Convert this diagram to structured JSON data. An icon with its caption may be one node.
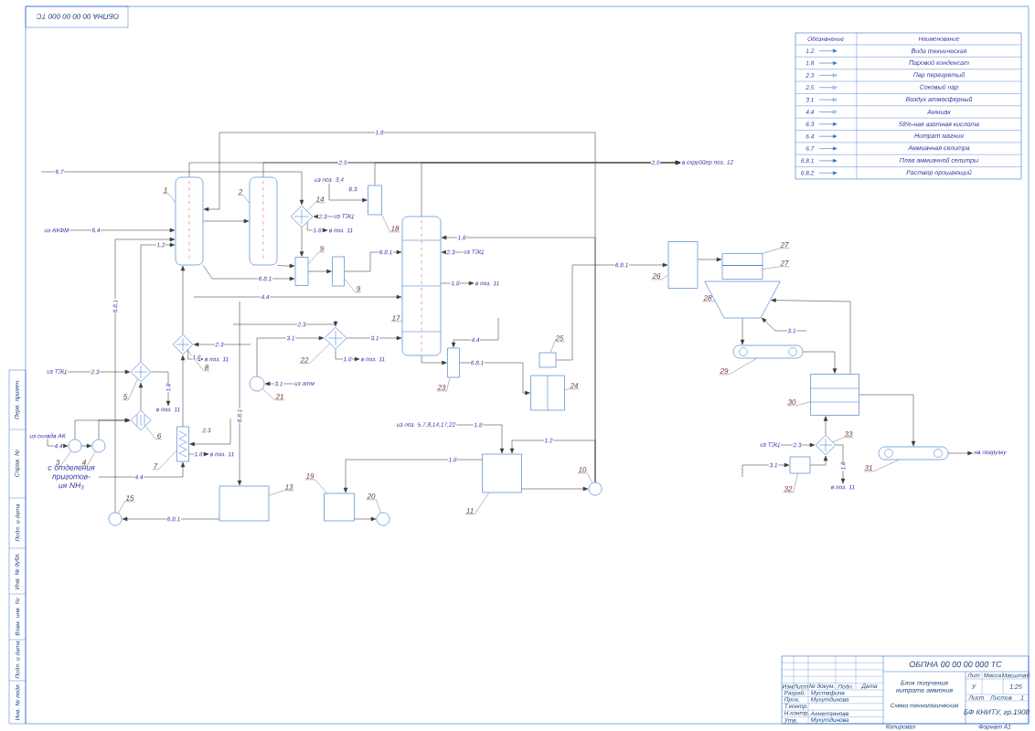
{
  "diagram": {
    "nodes": [
      {
        "text": [],
        "shape": "cylinder"
      },
      {
        "text": [],
        "shape": "cylinder"
      },
      {
        "text": [],
        "shape": "diamond"
      },
      {
        "text": [],
        "shape": "box"
      },
      {
        "text": [],
        "shape": "box"
      },
      {
        "text": [],
        "shape": "box"
      },
      {
        "text": [],
        "shape": "cylinder"
      },
      {
        "text": [],
        "shape": "diamond"
      },
      {
        "text": [],
        "shape": "circle"
      },
      {
        "text": [],
        "shape": "diamond"
      },
      {
        "text": [],
        "shape": "diamond"
      },
      {
        "text": [],
        "shape": "diamond"
      },
      {
        "text": [],
        "shape": "box"
      },
      {
        "text": [],
        "shape": "circle"
      },
      {
        "text": [],
        "shape": "circle"
      },
      {
        "text": [],
        "shape": "circle"
      },
      {
        "text": [],
        "shape": "box"
      },
      {
        "text": [],
        "shape": "box"
      },
      {
        "text": [],
        "shape": "circle"
      },
      {
        "text": [],
        "shape": "box"
      },
      {
        "text": [],
        "shape": "circle"
      },
      {
        "text": [],
        "shape": "box"
      },
      {
        "text": [],
        "shape": "box"
      },
      {
        "text": [],
        "shape": "box"
      },
      {
        "text": [],
        "shape": "box"
      },
      {
        "text": [],
        "shape": "box"
      },
      {
        "text": [],
        "shape": "box"
      },
      {
        "text": [],
        "shape": "funnel"
      },
      {
        "text": [],
        "shape": "conveyor"
      },
      {
        "text": [],
        "shape": "box"
      },
      {
        "text": [],
        "shape": "conveyor"
      },
      {
        "text": [],
        "shape": "box"
      },
      {
        "text": [],
        "shape": "diamond"
      },
      {
        "text": [
          "из АКФМ"
        ]
      },
      {
        "text": [
          "в скруббер поз. 12"
        ]
      },
      {
        "text": [
          "из поз. 3,4"
        ]
      },
      {
        "text": [
          "из ТЭЦ"
        ]
      },
      {
        "text": [
          "в поз. 11"
        ]
      },
      {
        "text": [
          "из ТЭЦ"
        ]
      },
      {
        "text": [
          "в поз. 11"
        ]
      },
      {
        "text": [
          "из ТЭЦ"
        ]
      },
      {
        "text": [
          "в поз. 11"
        ]
      },
      {
        "text": [
          "в поз. 11"
        ]
      },
      {
        "text": [
          "в поз. 11"
        ]
      },
      {
        "text": [
          "из атм"
        ]
      },
      {
        "text": [
          "из склада АК"
        ]
      },
      {
        "text": [
          "в поз. 11"
        ]
      },
      {
        "text": [
          "с отделения приготов-ия NH$_{3}$"
        ]
      },
      {
        "text": [
          "из поз. 5,7,8,14,17,22"
        ]
      },
      {
        "text": [
          "на погрузку"
        ]
      },
      {
        "text": [
          "из ТЭЦ"
        ]
      },
      {
        "text": [
          "в поз. 11"
        ]
      },
      {
        "text": [
          "1"
        ]
      },
      {
        "text": [
          "2"
        ]
      },
      {
        "text": [
          "14"
        ]
      },
      {
        "text": [
          "18"
        ]
      },
      {
        "text": [
          "9"
        ]
      },
      {
        "text": [
          "9"
        ]
      },
      {
        "text": [
          "17"
        ]
      },
      {
        "text": [
          "22"
        ]
      },
      {
        "text": [
          "21"
        ]
      },
      {
        "text": [
          "5"
        ]
      },
      {
        "text": [
          "6"
        ]
      },
      {
        "text": [
          "8"
        ]
      },
      {
        "text": [
          "7"
        ]
      },
      {
        "text": [
          "3"
        ]
      },
      {
        "text": [
          "4"
        ]
      },
      {
        "text": [
          "15"
        ]
      },
      {
        "text": [
          "13"
        ]
      },
      {
        "text": [
          "19"
        ]
      },
      {
        "text": [
          "20"
        ]
      },
      {
        "text": [
          "11"
        ]
      },
      {
        "text": [
          "10"
        ]
      },
      {
        "text": [
          "23"
        ]
      },
      {
        "text": [
          "25"
        ]
      },
      {
        "text": [
          "24"
        ]
      },
      {
        "text": [
          "26"
        ]
      },
      {
        "text": [
          "27"
        ]
      },
      {
        "text": [
          "27"
        ]
      },
      {
        "text": [
          "28"
        ]
      },
      {
        "text": [
          "29"
        ]
      },
      {
        "text": [
          "30"
        ]
      },
      {
        "text": [
          "31"
        ]
      },
      {
        "text": [
          "32"
        ]
      },
      {
        "text": [
          "33"
        ]
      }
    ],
    "edges": [
      {
        "from": null,
        "to": 2,
        "arrow": "to",
        "label": "6.7"
      },
      {
        "from": 2,
        "to": 4,
        "arrow": "to"
      },
      {
        "from": 33,
        "to": 0,
        "arrow": "to",
        "label": "6.4"
      },
      {
        "from": 0,
        "to": 1,
        "arrow": "to"
      },
      {
        "from": 20,
        "to": 0,
        "arrow": "to",
        "label": "1.8"
      },
      {
        "from": 0,
        "to": 34,
        "arrow": "to",
        "label": "2.5"
      },
      {
        "from": 1,
        "to": 34,
        "arrow": "to"
      },
      {
        "from": 3,
        "to": 34,
        "arrow": "to"
      },
      {
        "from": 6,
        "to": 34,
        "arrow": "to",
        "label": "2.5"
      },
      {
        "from": 0,
        "to": 4,
        "arrow": "to",
        "label": "6.8.1"
      },
      {
        "from": 1,
        "to": 4,
        "arrow": "to"
      },
      {
        "from": 4,
        "to": 5,
        "arrow": "to"
      },
      {
        "from": 5,
        "to": 6,
        "arrow": "to",
        "label": "6.8.1"
      },
      {
        "from": 35,
        "to": 3,
        "arrow": "to",
        "label": "6.3"
      },
      {
        "from": 36,
        "to": 2,
        "arrow": "to",
        "label": "2.3"
      },
      {
        "from": 2,
        "to": 37,
        "arrow": "to",
        "label": "1.8"
      },
      {
        "from": 45,
        "to": 13,
        "arrow": "to",
        "label": "4.4"
      },
      {
        "from": 13,
        "to": 14,
        "arrow": "to"
      },
      {
        "from": 13,
        "to": 10,
        "arrow": "to"
      },
      {
        "from": 14,
        "to": 10,
        "arrow": "to"
      },
      {
        "from": 10,
        "to": 9,
        "arrow": "to"
      },
      {
        "from": 9,
        "to": 0,
        "arrow": "to",
        "label": "1.2"
      },
      {
        "from": 40,
        "to": 9,
        "arrow": "to",
        "label": "2.3"
      },
      {
        "from": 9,
        "to": 41,
        "arrow": "to",
        "label": "1.8"
      },
      {
        "from": 11,
        "to": 0,
        "arrow": "to"
      },
      {
        "from": null,
        "to": 11,
        "arrow": "to",
        "label": "2.3"
      },
      {
        "from": 11,
        "to": 42,
        "arrow": "to",
        "label": "1.8"
      },
      {
        "from": 12,
        "to": 11,
        "arrow": "to"
      },
      {
        "from": 47,
        "to": 12,
        "arrow": "to",
        "label": "4.4"
      },
      {
        "from": null,
        "to": 12,
        "arrow": "to",
        "label": "2.3"
      },
      {
        "from": 12,
        "to": 46,
        "arrow": "to",
        "label": "1.8"
      },
      {
        "from": 16,
        "to": 15,
        "arrow": "to",
        "label": "6.8.1"
      },
      {
        "from": 15,
        "to": 0,
        "arrow": "to",
        "label": "6.8.1"
      },
      {
        "from": null,
        "to": 16,
        "arrow": "to",
        "label": "6.8.1"
      },
      {
        "from": null,
        "to": 6,
        "arrow": "to",
        "label": "4.4"
      },
      {
        "from": 44,
        "to": 8,
        "arrow": "to",
        "label": "3.1"
      },
      {
        "from": 8,
        "to": 7,
        "arrow": "to",
        "label": "3.1"
      },
      {
        "from": null,
        "to": 7,
        "arrow": "to",
        "label": "2.3"
      },
      {
        "from": 7,
        "to": 43,
        "arrow": "to",
        "label": "1.8"
      },
      {
        "from": 7,
        "to": 6,
        "arrow": "to",
        "label": "3.1"
      },
      {
        "from": 38,
        "to": 6,
        "arrow": "to",
        "label": "2.3"
      },
      {
        "from": 6,
        "to": 39,
        "arrow": "to",
        "label": "1.8"
      },
      {
        "from": 20,
        "to": 6,
        "arrow": "to",
        "label": "1.8"
      },
      {
        "from": 6,
        "to": 21,
        "arrow": "to"
      },
      {
        "from": null,
        "to": 21,
        "arrow": "to",
        "label": "4.4"
      },
      {
        "from": 21,
        "to": 23,
        "arrow": "to",
        "label": "6.8.1"
      },
      {
        "from": 22,
        "to": 24,
        "arrow": "to",
        "label": "6.8.1"
      },
      {
        "from": 48,
        "to": 19,
        "arrow": "to",
        "label": "1.8"
      },
      {
        "from": 19,
        "to": 17,
        "arrow": "to",
        "label": "1.8"
      },
      {
        "from": 20,
        "to": 19,
        "arrow": "to",
        "label": "1.2"
      },
      {
        "from": 19,
        "to": 20,
        "arrow": "to"
      },
      {
        "from": 17,
        "to": 18,
        "arrow": "to"
      },
      {
        "from": 24,
        "to": 25,
        "arrow": "to"
      },
      {
        "from": 27,
        "to": 28,
        "arrow": "to"
      },
      {
        "from": null,
        "to": 27,
        "arrow": "to",
        "label": "3.1"
      },
      {
        "from": 28,
        "to": 29,
        "arrow": "to"
      },
      {
        "from": 29,
        "to": 27,
        "arrow": "to"
      },
      {
        "from": 29,
        "to": 30,
        "arrow": "to"
      },
      {
        "from": 30,
        "to": 49,
        "arrow": "to"
      },
      {
        "from": null,
        "to": 31,
        "arrow": "to",
        "label": "3.1"
      },
      {
        "from": 31,
        "to": 32,
        "arrow": "to"
      },
      {
        "from": 50,
        "to": 32,
        "arrow": "to",
        "label": "2.3"
      },
      {
        "from": 32,
        "to": 29,
        "arrow": "to"
      },
      {
        "from": 32,
        "to": 51,
        "arrow": "to",
        "label": "1.8"
      },
      {
        "from": 52,
        "to": 0,
        "arrow": "none"
      },
      {
        "from": 53,
        "to": 1,
        "arrow": "none"
      },
      {
        "from": 54,
        "to": 2,
        "arrow": "none"
      },
      {
        "from": 55,
        "to": 3,
        "arrow": "none"
      },
      {
        "from": 56,
        "to": 4,
        "arrow": "none"
      },
      {
        "from": 57,
        "to": 5,
        "arrow": "none"
      },
      {
        "from": 58,
        "to": 6,
        "arrow": "none"
      },
      {
        "from": 59,
        "to": 7,
        "arrow": "none"
      },
      {
        "from": 60,
        "to": 8,
        "arrow": "none"
      },
      {
        "from": 61,
        "to": 9,
        "arrow": "none"
      },
      {
        "from": 62,
        "to": 10,
        "arrow": "none"
      },
      {
        "from": 63,
        "to": 11,
        "arrow": "none"
      },
      {
        "from": 64,
        "to": 12,
        "arrow": "none"
      },
      {
        "from": 65,
        "to": 13,
        "arrow": "none"
      },
      {
        "from": 66,
        "to": 14,
        "arrow": "none"
      },
      {
        "from": 67,
        "to": 15,
        "arrow": "none"
      },
      {
        "from": 68,
        "to": 16,
        "arrow": "none"
      },
      {
        "from": 69,
        "to": 17,
        "arrow": "none"
      },
      {
        "from": 70,
        "to": 18,
        "arrow": "none"
      },
      {
        "from": 71,
        "to": 19,
        "arrow": "none"
      },
      {
        "from": 72,
        "to": 20,
        "arrow": "none"
      },
      {
        "from": 73,
        "to": 21,
        "arrow": "none"
      },
      {
        "from": 74,
        "to": 22,
        "arrow": "none"
      },
      {
        "from": 75,
        "to": 23,
        "arrow": "none"
      },
      {
        "from": 76,
        "to": 24,
        "arrow": "none"
      },
      {
        "from": 77,
        "to": 25,
        "arrow": "none"
      },
      {
        "from": 78,
        "to": 26,
        "arrow": "none"
      },
      {
        "from": 79,
        "to": 27,
        "arrow": "none"
      },
      {
        "from": 80,
        "to": 28,
        "arrow": "none"
      },
      {
        "from": 81,
        "to": 29,
        "arrow": "none"
      },
      {
        "from": 82,
        "to": 30,
        "arrow": "none"
      },
      {
        "from": 83,
        "to": 31,
        "arrow": "none"
      },
      {
        "from": 84,
        "to": 32,
        "arrow": "none"
      }
    ],
    "labels": [
      "ОБПНА 00 00 00 000 ТС",
      "Обозначение",
      "Наименование",
      "1.2",
      "1.8",
      "2.3",
      "2.5",
      "3.1",
      "4.4",
      "6.3",
      "6.4",
      "6.7",
      "6.8.1",
      "6.8.2",
      "Изм",
      "Лист",
      "№ докум.",
      "Подп.",
      "Дата",
      "Разраб.",
      "Мустафина",
      "Пров.",
      "Мухутдинова",
      "Т.контр.",
      "Н.контр.",
      "Ахметзянова",
      "Утв.",
      "Мухутдинова",
      "ОБПНА 00 00 00 000 ТС",
      "Блок получения нитрата аммония",
      "Схема технологическая",
      "Лит",
      "Масса",
      "Масштаб",
      "У",
      "1:25",
      "Лист",
      "Листов",
      "1",
      "БФ КНИТУ, гр.1908",
      "Копировал",
      "Формат А1",
      "Перв. примен.",
      "Справ. №",
      "Подп. и дата",
      "Инв. № дубл.",
      "Взам. инв. №",
      "Подп. и дата",
      "Инв. № подл."
    ],
    "legend": [
      {
        "text": "Вода техническая"
      },
      {
        "text": "Паровой конденсат"
      },
      {
        "text": "Пар перегретый"
      },
      {
        "text": "Соковый пар"
      },
      {
        "text": "Воздух атмосферный"
      },
      {
        "text": "Аммиак"
      },
      {
        "text": "58%-ная азотная кислота"
      },
      {
        "text": "Нитрат магния"
      },
      {
        "text": "Аммиачная селитра"
      },
      {
        "text": "Плав аммиачной селитры"
      },
      {
        "text": "Раствор орошающий"
      }
    ]
  }
}
